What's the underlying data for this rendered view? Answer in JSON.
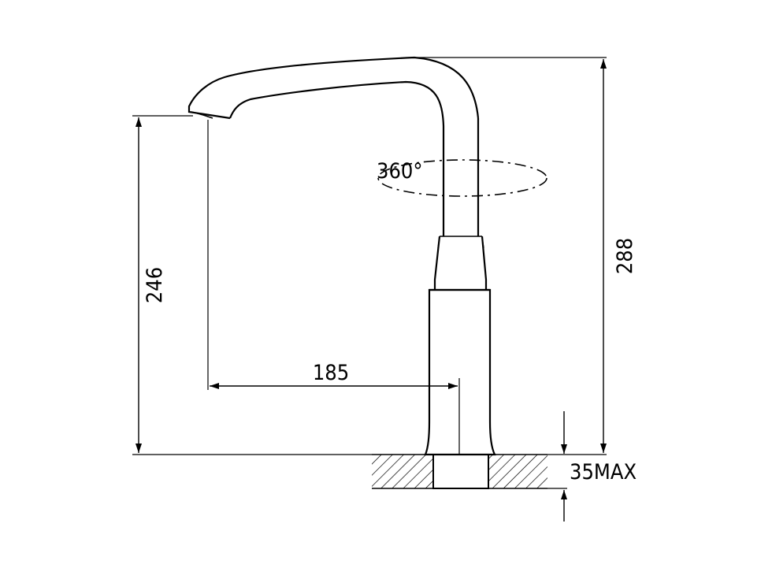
{
  "dimensions": {
    "outlet_height": "246",
    "total_height": "288",
    "spout_reach": "185",
    "rotation": "360°",
    "max_deck_thickness": "35MAX"
  }
}
